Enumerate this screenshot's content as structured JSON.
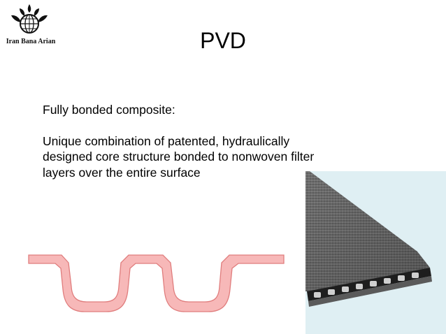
{
  "logo": {
    "text": "Iran Bana Arian",
    "icon": "company-emblem-icon"
  },
  "slide": {
    "title": "PVD",
    "heading": "Fully bonded composite:",
    "body": "Unique combination of patented, hydraulically designed core structure bonded to nonwoven filter layers over the entire surface"
  },
  "images": {
    "profile": "core-profile-diagram",
    "photo": "pvd-drain-photo"
  },
  "colors": {
    "profile_fill": "#f7b8b8",
    "profile_stroke": "#e07d7d",
    "photo_bg": "#dfeff3"
  }
}
